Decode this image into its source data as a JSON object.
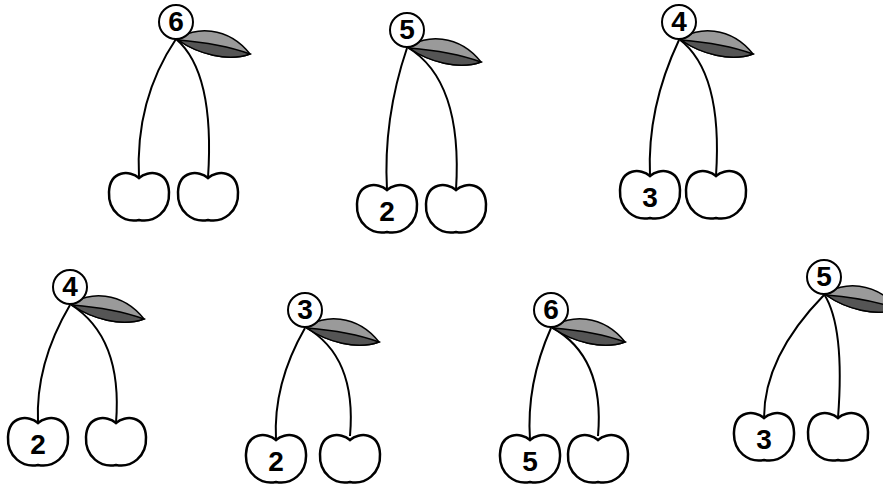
{
  "diagram": {
    "nodes": [
      {
        "text": [
          "6"
        ]
      },
      {
        "text": [
          "5"
        ]
      },
      {
        "text": [
          "2"
        ]
      },
      {
        "text": [
          "4"
        ]
      },
      {
        "text": [
          "3"
        ]
      },
      {
        "text": [
          "4"
        ]
      },
      {
        "text": [
          "2"
        ]
      },
      {
        "text": [
          "3"
        ]
      },
      {
        "text": [
          "2"
        ]
      },
      {
        "text": [
          "6"
        ]
      },
      {
        "text": [
          "5"
        ]
      },
      {
        "text": [
          "5"
        ]
      },
      {
        "text": [
          "3"
        ]
      }
    ],
    "edges": [
      {
        "from": 1,
        "to": 2,
        "arrow": "none"
      },
      {
        "from": 3,
        "to": 4,
        "arrow": "none"
      },
      {
        "from": 5,
        "to": 6,
        "arrow": "none"
      },
      {
        "from": 7,
        "to": 8,
        "arrow": "none"
      },
      {
        "from": 9,
        "to": 10,
        "arrow": "none"
      },
      {
        "from": 11,
        "to": 12,
        "arrow": "none"
      }
    ]
  }
}
